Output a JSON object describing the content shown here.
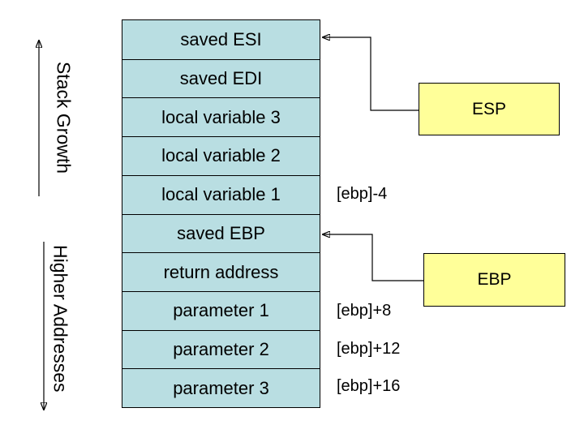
{
  "labels": {
    "stack_growth": "Stack Growth",
    "higher_addresses": "Higher Addresses"
  },
  "stack": {
    "cells": [
      "saved ESI",
      "saved EDI",
      "local variable 3",
      "local variable 2",
      "local variable 1",
      "saved EBP",
      "return address",
      "parameter 1",
      "parameter 2",
      "parameter 3"
    ]
  },
  "registers": {
    "esp": "ESP",
    "ebp": "EBP"
  },
  "offsets": [
    "[ebp]-4",
    "[ebp]+8",
    "[ebp]+12",
    "[ebp]+16"
  ],
  "colors": {
    "cell_fill": "#b9dee2",
    "register_fill": "#ffff99",
    "line": "#000000",
    "background": "#ffffff"
  }
}
